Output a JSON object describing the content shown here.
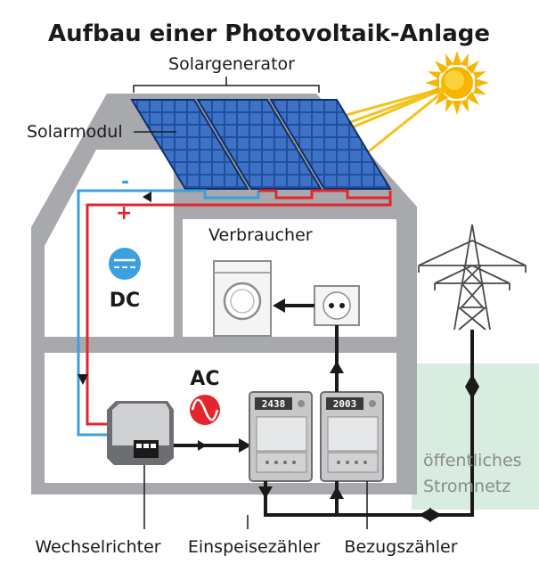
{
  "title": "Aufbau einer Photovoltaik-Anlage",
  "labels": {
    "solargenerator": "Solargenerator",
    "solarmodul": "Solarmodul",
    "verbraucher": "Verbraucher",
    "dc": "DC",
    "ac": "AC",
    "wechselrichter": "Wechselrichter",
    "einspeisezaehler": "Einspeisezähler",
    "bezugszaehler": "Bezugszähler",
    "netz_line1": "öffentliches",
    "netz_line2": "Stromnetz",
    "minus": "-",
    "plus": "+"
  },
  "meters": {
    "einspeise_reading": "2438",
    "bezug_reading": "2003"
  },
  "colors": {
    "house": "#a7a9ac",
    "panel": "#1f4fa0",
    "panel_cell": "#3d72c4",
    "sun": "#f7b500",
    "ray": "#f4c21b",
    "dc_negative": "#3ba0e0",
    "dc_positive": "#e3262b",
    "ac_symbol": "#e3262b",
    "grid_area": "#d8ece0",
    "wire": "#1a1a1a"
  },
  "icons": [
    "sun-icon",
    "power-pylon-icon",
    "washing-machine-icon",
    "power-socket-icon",
    "inverter-icon",
    "dc-symbol-icon",
    "ac-wave-icon",
    "electricity-meter-icon"
  ]
}
